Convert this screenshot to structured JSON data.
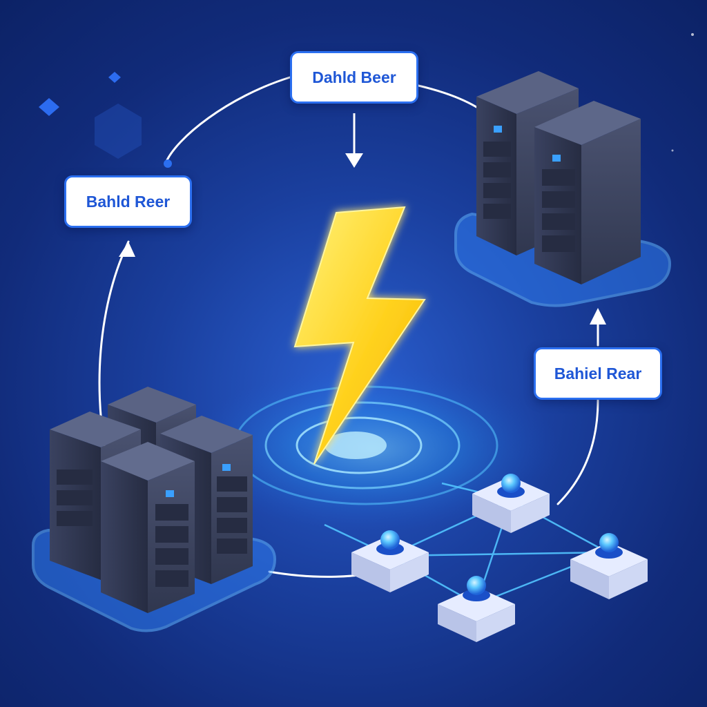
{
  "diagram": {
    "labels": {
      "top": "Dahld Beer",
      "left": "Bahld Reer",
      "right": "Bahiel Rear"
    },
    "icons": {
      "center": "lightning-bolt-icon",
      "servers_left": "server-rack-icon",
      "servers_right": "server-rack-icon",
      "nodes": "network-node-icon"
    },
    "colors": {
      "background": "#1a3f9e",
      "accent": "#2b6ff0",
      "label_text": "#1f57d6",
      "bolt": "#ffd12a",
      "cycle_line": "#ffffff",
      "glow": "#3db8ff"
    }
  }
}
